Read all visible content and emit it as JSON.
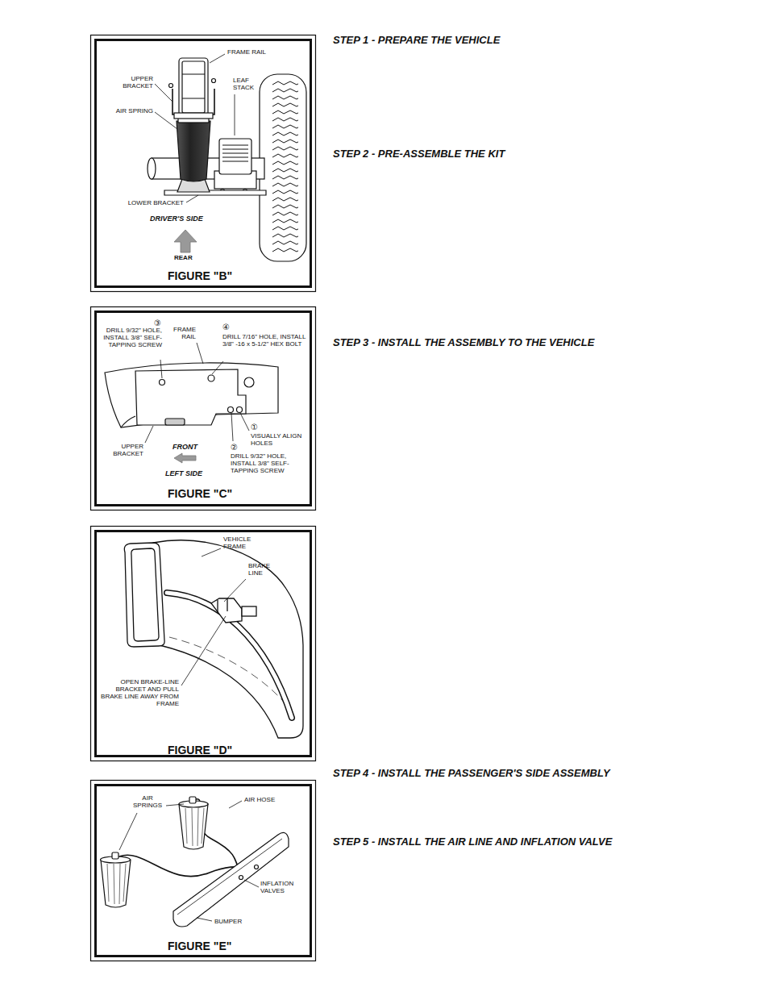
{
  "diagram": {
    "nodes": [
      {
        "text": [
          "FIGURE \"B\""
        ]
      },
      {
        "text": [
          "FIGURE \"C\""
        ]
      },
      {
        "text": [
          "FIGURE \"D\""
        ]
      },
      {
        "text": [
          "FIGURE \"E\""
        ]
      }
    ],
    "labels": [
      "FRAME RAIL",
      "UPPER BRACKET",
      "LEAF STACK",
      "AIR SPRING",
      "LOWER BRACKET",
      "DRIVER'S SIDE",
      "REAR",
      "STEP 1 - PREPARE THE VEHICLE",
      "STEP 2 - PRE-ASSEMBLE THE KIT",
      "③",
      "DRILL 9/32\" HOLE, INSTALL 3/8\" SELF-TAPPING SCREW",
      "FRAME RAIL",
      "④",
      "DRILL 7/16\" HOLE, INSTALL 3/8\" -16 x 5-1/2\" HEX BOLT",
      "UPPER BRACKET",
      "FRONT",
      "LEFT SIDE",
      "①",
      "VISUALLY ALIGN HOLES",
      "②",
      "DRILL 9/32\" HOLE, INSTALL 3/8\" SELF-TAPPING SCREW",
      "STEP 3 - INSTALL THE ASSEMBLY TO THE VEHICLE",
      "VEHICLE FRAME",
      "BRAKE LINE",
      "OPEN BRAKE-LINE BRACKET AND PULL BRAKE LINE AWAY FROM FRAME",
      "STEP 4 - INSTALL THE PASSENGER'S SIDE ASSEMBLY",
      "STEP 5 - INSTALL THE AIR LINE AND INFLATION VALVE",
      "AIR SPRINGS",
      "AIR HOSE",
      "INFLATION VALVES",
      "BUMPER"
    ]
  }
}
